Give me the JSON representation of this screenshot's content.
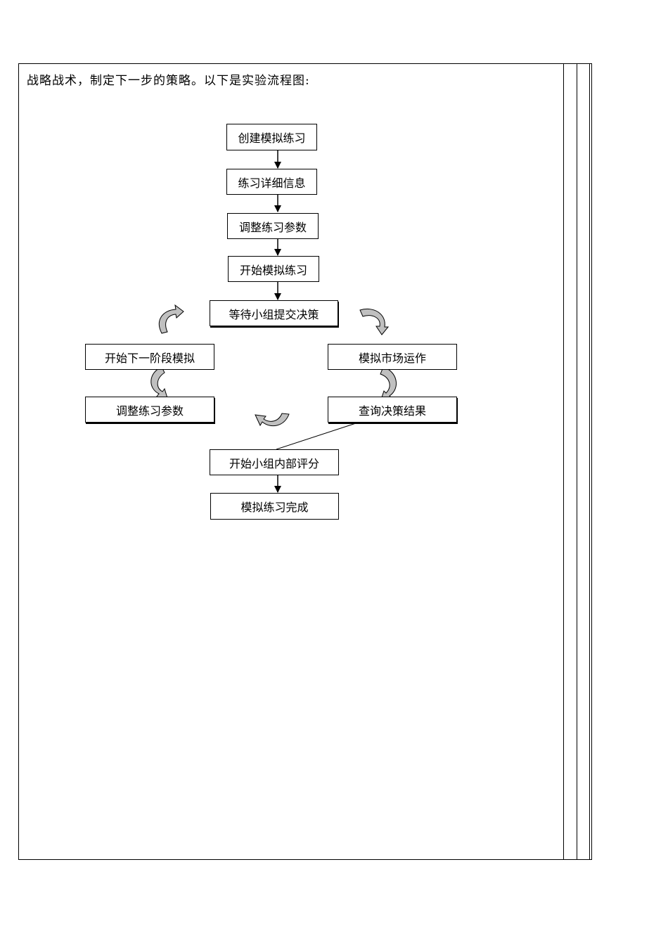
{
  "intro_text": "战略战术，制定下一步的策略。以下是实验流程图:",
  "steps": {
    "create": "创建模拟练习",
    "details": "练习详细信息",
    "adjust_params": "调整练习参数",
    "start": "开始模拟练习",
    "wait_submit": "等待小组提交决策",
    "market_run": "模拟市场运作",
    "query_result": "查询决策结果",
    "next_stage": "开始下一阶段模拟",
    "adjust_params_2": "调整练习参数",
    "internal_eval": "开始小组内部评分",
    "complete": "模拟练习完成"
  },
  "colors": {
    "curved_arrow_fill": "#c0c0c0"
  }
}
